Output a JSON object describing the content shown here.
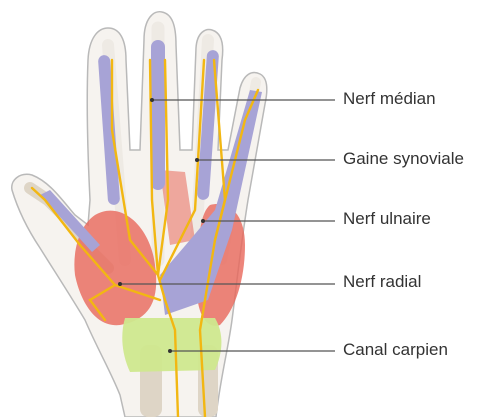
{
  "labels": [
    {
      "text": "Nerf médian"
    },
    {
      "text": "Gaine synoviale"
    },
    {
      "text": "Nerf ulnaire"
    },
    {
      "text": "Nerf radial"
    },
    {
      "text": "Canal carpien"
    }
  ],
  "colors": {
    "skin_outline": "#b9b9b9",
    "skin_fill": "#f6f3ef",
    "bone": "#ded5c6",
    "tendon": "#eeeae4",
    "muscle": "#e8675a",
    "synovial_sheath": "#a7a3d6",
    "nerve": "#f2b712",
    "carpal_tunnel": "#cfe88e",
    "leader_line": "#555555"
  }
}
